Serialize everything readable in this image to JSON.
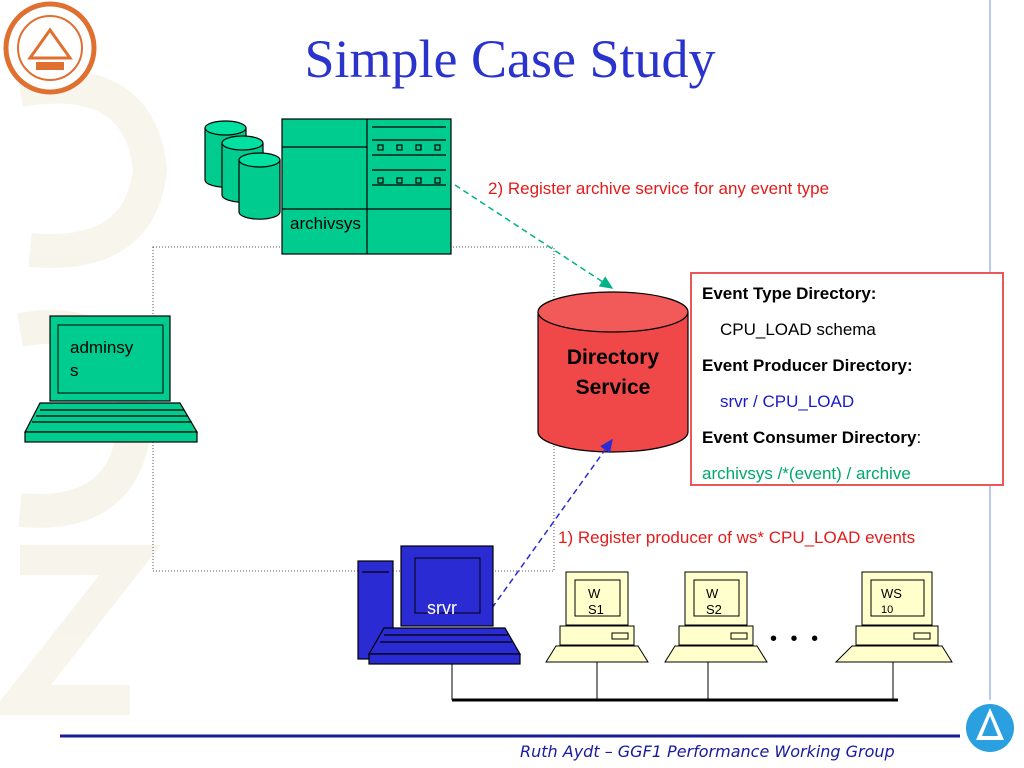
{
  "slide": {
    "title": "Simple Case Study",
    "footer": "Ruth Aydt – GGF1 Performance Working Group"
  },
  "nodes": {
    "archive_server": "archivsys",
    "admin_laptop_line1": "adminsy",
    "admin_laptop_line2": "s",
    "directory_line1": "Directory",
    "directory_line2": "Service",
    "producer_server": "srvr",
    "ws1_line1": "W",
    "ws1_line2": "S1",
    "ws2_line1": "W",
    "ws2_line2": "S2",
    "ws10_line1": "WS",
    "ws10_line2": "10",
    "ellipsis": "• • •"
  },
  "annotations": {
    "step2": "2) Register archive service for any event type",
    "step1": "1) Register producer of ws* CPU_LOAD events"
  },
  "directory_box": {
    "event_type_heading": "Event Type Directory:",
    "event_type_value": "CPU_LOAD schema",
    "producer_heading": "Event Producer Directory:",
    "producer_value": "srvr / CPU_LOAD",
    "consumer_heading": "Event Consumer Directory",
    "consumer_colon": ":",
    "consumer_value": "archivsys /*(event) / archive"
  },
  "colors": {
    "title": "#2a33cc",
    "teal": "#00cc8f",
    "red_label": "#e31b1b",
    "directory_fill": "#f04848",
    "producer_value": "#1a1acc",
    "consumer_value": "#00a86b",
    "server_blue": "#2b2bd4",
    "footer_line": "#1a1a9a"
  }
}
